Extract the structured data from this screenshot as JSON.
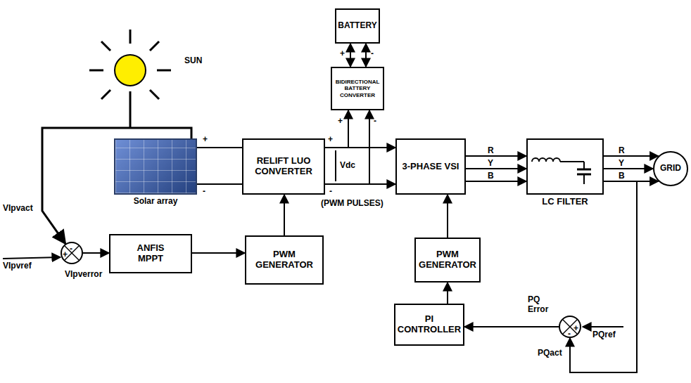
{
  "diagram": {
    "nodes": [
      {
        "text": [
          "BATTERY"
        ]
      },
      {
        "text": [
          "BIDIRECTIONAL BATTERY CONVERTER"
        ]
      },
      {
        "text": [
          "Solar array"
        ]
      },
      {
        "text": [
          "RELIFT LUO CONVERTER"
        ]
      },
      {
        "text": [
          "3-PHASE VSI"
        ]
      },
      {
        "text": [
          "LC FILTER"
        ]
      },
      {
        "text": [
          "GRID"
        ]
      },
      {
        "text": [
          "-",
          "+"
        ]
      },
      {
        "text": [
          "ANFIS MPPT"
        ]
      },
      {
        "text": [
          "PWM GENERATOR"
        ]
      },
      {
        "text": [
          "PWM GENERATOR"
        ]
      },
      {
        "text": [
          "PI CONTROLLER"
        ]
      },
      {
        "text": [
          "+",
          "-"
        ]
      }
    ],
    "edges": [
      {
        "from": 0,
        "to": 1,
        "arrow": "both"
      },
      {
        "from": 0,
        "to": 1,
        "arrow": "both"
      },
      {
        "from": 2,
        "to": 3,
        "arrow": "none"
      },
      {
        "from": 2,
        "to": 3,
        "arrow": "none"
      },
      {
        "from": 3,
        "to": 4,
        "arrow": "none"
      },
      {
        "from": 3,
        "to": 4,
        "arrow": "none"
      },
      {
        "from": 1,
        "to": 4,
        "arrow": "both"
      },
      {
        "from": 1,
        "to": 4,
        "arrow": "both"
      },
      {
        "from": 4,
        "to": 5,
        "label": "R",
        "arrow": "to"
      },
      {
        "from": 4,
        "to": 5,
        "label": "Y",
        "arrow": "to"
      },
      {
        "from": 4,
        "to": 5,
        "label": "B",
        "arrow": "to"
      },
      {
        "from": 5,
        "to": 6,
        "label": "R",
        "arrow": "to"
      },
      {
        "from": 5,
        "to": 6,
        "label": "Y",
        "arrow": "to"
      },
      {
        "from": 5,
        "to": 6,
        "label": "B",
        "arrow": "to"
      },
      {
        "from": 5,
        "to": 12,
        "arrow": "to"
      },
      {
        "from": 12,
        "to": 11,
        "arrow": "to"
      },
      {
        "from": 11,
        "to": 10,
        "arrow": "to"
      },
      {
        "from": 10,
        "to": 4,
        "arrow": "to"
      },
      {
        "from": 7,
        "to": 8,
        "arrow": "to"
      },
      {
        "from": 8,
        "to": 9,
        "arrow": "to"
      },
      {
        "from": 9,
        "to": 3,
        "arrow": "to"
      },
      {
        "from": 2,
        "to": 7,
        "arrow": "to"
      }
    ],
    "labels": [
      "SUN",
      "VIpvact",
      "VIpvref",
      "VIpverror",
      "+",
      "-",
      "+",
      "-",
      "Vdc",
      "(PWM PULSES)",
      "+",
      "-",
      "+",
      "-",
      "PQ Error",
      "PQref",
      "PQact"
    ]
  }
}
